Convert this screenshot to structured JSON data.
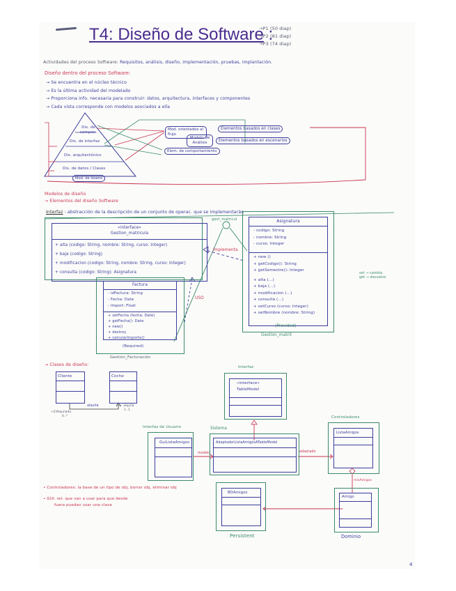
{
  "header": {
    "title": "T4: Diseño de Software",
    "title_colon": ":",
    "parts": [
      "→P1 (50 diap)",
      "→P2 (81 diap)",
      "→P3 (74 diap)"
    ]
  },
  "intro": {
    "label": "Actividades del proceso Software:",
    "value": "Requisitos, análisis, diseño, implementación, pruebas, implantación."
  },
  "design_section": {
    "heading": "Diseño dentro del proceso Software:",
    "bullets": [
      "→ Se encuentra en el núcleo técnico",
      "→ Es la última actividad del modelado",
      "→ Proporciona info. necesaria para construir: datos, arquitectura, interfaces y componentes",
      "→ Cada vista corresponde con modelos asociados a ella"
    ]
  },
  "pyramid": {
    "levels": [
      "Dis. de compon.",
      "Dis. de interfaz",
      "Dis. arquitectónico",
      "Dis. de datos / Clases"
    ],
    "caption": "Mod. de diseño",
    "analysis_nodes": [
      "Mod. orientados al flujo",
      "Modelo de Análisis",
      "Elem. de comportamiento"
    ],
    "element_nodes": [
      "Elementos basados en clases",
      "Elementos basados en escenarios"
    ]
  },
  "models_section": {
    "heading": "Modelos de diseño",
    "subheading": "→ Elementos del diseño Software",
    "interface_label": "Interfaz",
    "interface_def": ": abstracción de la descripción de un conjunto de operac. que se implementarán"
  },
  "gestion_matricula": {
    "stereotype": "«interface»",
    "name": "Gestion_matricula",
    "methods": [
      "+ alta (codigo: String, nombre: String, curso: Integer)",
      "+ baja (codigo: String)",
      "+ modificacion (codigo: String, nombre: String, curso: Integer)",
      "+ consulta (codigo: String): Asignatura"
    ],
    "lollipop_label": "gest_matricul",
    "implements_label": "implementa",
    "uses_label": "USO"
  },
  "asignatura": {
    "name": "Asignatura",
    "attributes": [
      "- codigo: String",
      "- nombre: String",
      "- curso: Integer"
    ],
    "methods": [
      "+ new ()",
      "+ getCodigo(): String",
      "+ getSemestre(): Integer",
      "+ alta (...)",
      "+ baja (...)",
      "+ modificacion (...)",
      "+ consulta (...)",
      "+ setCurso (curso: Integer)",
      "+ setNombre (nombre: String)"
    ],
    "role": "(Provided)",
    "package": "Gestion_matrit",
    "note": [
      "set → cambia",
      "get → devuelve"
    ]
  },
  "factura": {
    "name": "Factura",
    "attributes": [
      "- idFactura: String",
      "- Fecha: Date",
      "- Import: Float"
    ],
    "methods": [
      "+ setFecha (fecha: Date)",
      "+ getFecha(): Date",
      "+ new()",
      "+ destroy",
      "+ calcularImporte()"
    ],
    "role": "(Required)",
    "package": "Gestión_Facturación"
  },
  "class_design": {
    "heading": "→ Clases de diseño:",
    "cliente": "Cliente",
    "coche": "Coche",
    "assoc_label": "alquila",
    "left_role": "+ElAlquilado",
    "left_mult": "0..*",
    "right_role": "+ alquila",
    "right_mult": "1..1"
  },
  "architecture": {
    "pkg_interfaz": "Interfaz",
    "interfaz_stereotype": "«interface»",
    "interfaz_class": "TableModel",
    "pkg_ui": "Interfaz de Usuario",
    "gui_class": "GuiListaAmigos",
    "pkg_sistema": "Sistema",
    "sistema_class": "AdaptadorListaAmigosATableModel",
    "pkg_controladores": "Controladores",
    "controller_class": "ListaAmigos",
    "pkg_persistent": "Persistent",
    "persistent_class": "BDAmigos",
    "pkg_dominio": "Dominio",
    "dominio_class": "Amigo",
    "label_gui_sistema": "modelo",
    "label_sistema_ctrl": "adaptado",
    "label_ctrl_amigo": "misAmigos"
  },
  "notes": [
    "• Controladores: la base de un tipo de obj, borrar obj, eliminar obj",
    "• GUI: ret. que van a usar para que desde",
    "fuera puedan usar una clave"
  ],
  "page_number": "4",
  "colors": {
    "title": "#4a2c8f",
    "ink_blue": "#3b3c9a",
    "ink_red": "#c8334f",
    "ink_green": "#3a8a6a"
  }
}
